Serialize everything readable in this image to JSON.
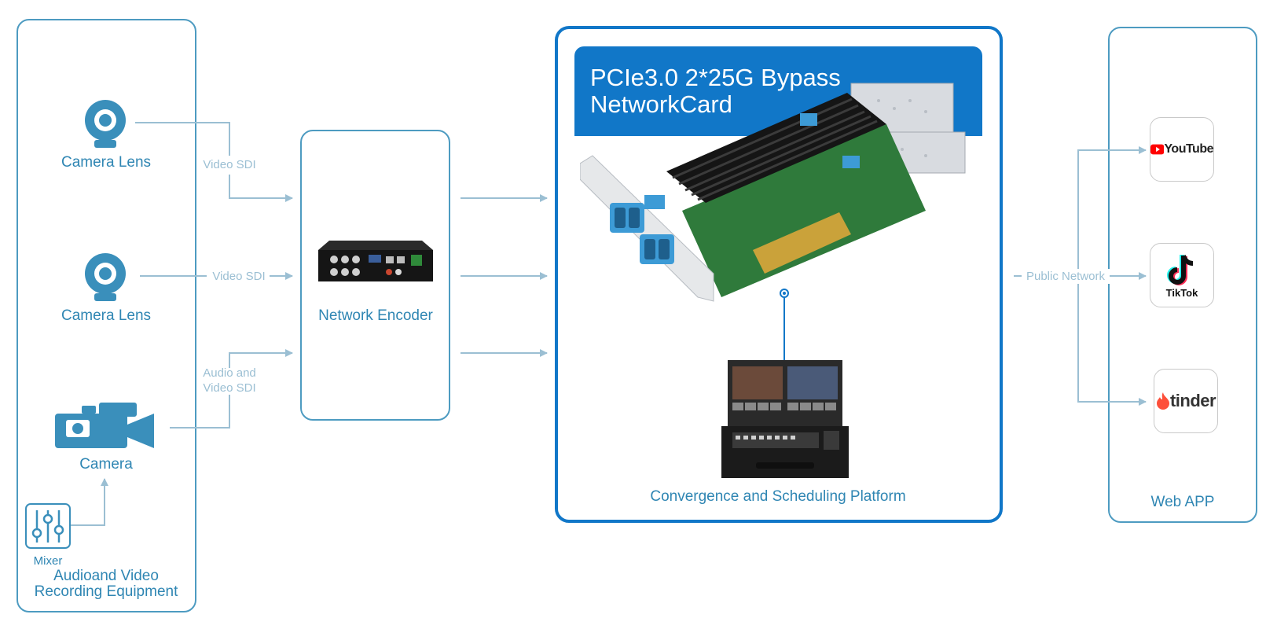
{
  "sources": {
    "camera_lens_1": "Camera Lens",
    "camera_lens_2": "Camera Lens",
    "camera": "Camera",
    "mixer": "Mixer",
    "group_label": "Audioand Video Recording Equipment"
  },
  "links": {
    "video_sdi_1": "Video SDI",
    "video_sdi_2": "Video SDI",
    "audio_video_sdi": "Audio and Video SDI",
    "public_network": "Public Network"
  },
  "encoder": {
    "label": "Network Encoder"
  },
  "network_card": {
    "title": "PCIe3.0 2*25G Bypass NetworkCard",
    "platform_label": "Convergence and Scheduling Platform"
  },
  "web_app": {
    "label": "Web APP",
    "apps": [
      "YouTube",
      "TikTok",
      "tinder"
    ]
  },
  "colors": {
    "accent": "#1177c8",
    "panel_border": "#4d9bc1",
    "connector": "#9bbfd3",
    "label_text": "#2f86b3",
    "youtube_red": "#ff0000",
    "tinder_red": "#fd4f3a"
  },
  "icons": [
    "webcam-icon",
    "video-camera-icon",
    "mixer-icon",
    "encoder-device-image",
    "network-card-image",
    "switcher-console-image",
    "youtube-logo",
    "tiktok-logo",
    "tinder-logo"
  ]
}
